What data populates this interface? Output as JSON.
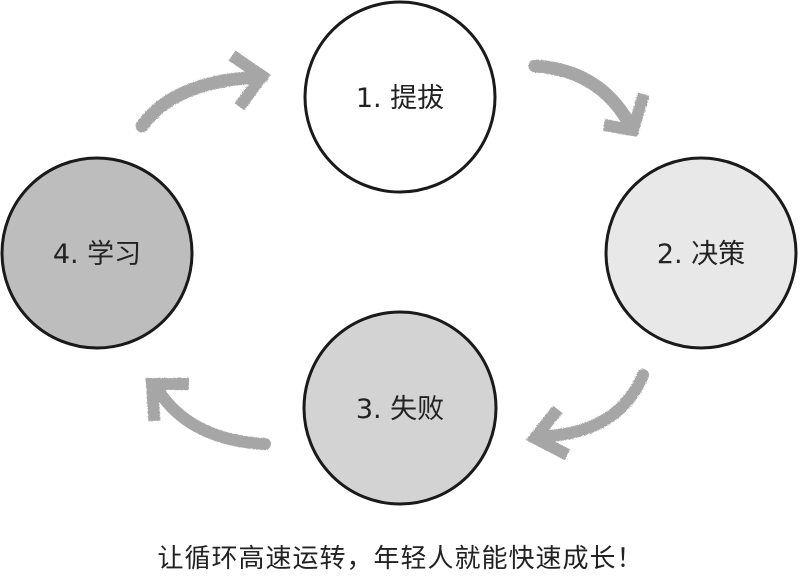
{
  "diagram": {
    "type": "cycle",
    "nodes": [
      {
        "label": "1. 提拔",
        "fill": "#ffffff"
      },
      {
        "label": "2. 决策",
        "fill": "#e8e8e8"
      },
      {
        "label": "3. 失败",
        "fill": "#d3d3d3"
      },
      {
        "label": "4. 学习",
        "fill": "#bdbdbd"
      }
    ],
    "edges": [
      {
        "from": "1. 提拔",
        "to": "2. 决策"
      },
      {
        "from": "2. 决策",
        "to": "3. 失败"
      },
      {
        "from": "3. 失败",
        "to": "4. 学习"
      },
      {
        "from": "4. 学习",
        "to": "1. 提拔"
      }
    ],
    "stroke_color": "#1a1a1a",
    "arrow_color": "#a6a6a6"
  },
  "caption": "让循环高速运转，年轻人就能快速成长！"
}
